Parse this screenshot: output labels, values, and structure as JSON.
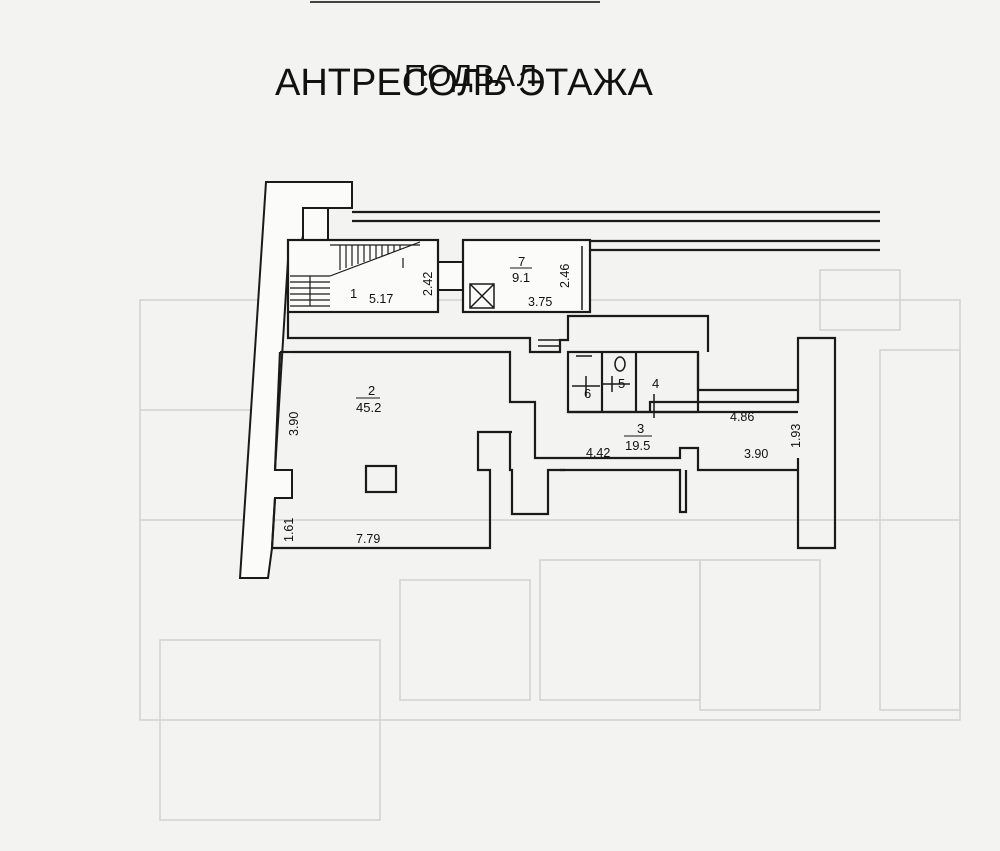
{
  "title": "ПОДВАЛ",
  "background_ghost_text": "АНТРЕСОЛЬ ЭТАЖА",
  "rooms": [
    {
      "number": "1",
      "area": ""
    },
    {
      "number": "2",
      "area": "45.2"
    },
    {
      "number": "3",
      "area": "19.5"
    },
    {
      "number": "4",
      "area": ""
    },
    {
      "number": "5",
      "area": ""
    },
    {
      "number": "6",
      "area": ""
    },
    {
      "number": "7",
      "area": "9.1"
    }
  ],
  "dimensions": {
    "d517": "5.17",
    "d242": "2.42",
    "d246": "2.46",
    "d375": "3.75",
    "d390_left": "3.90",
    "d486": "4.86",
    "d193": "1.93",
    "d442": "4.42",
    "d390_right": "3.90",
    "d161": "1.61",
    "d779": "7.79"
  },
  "colors": {
    "line": "#1a1a1a",
    "paper": "#f3f3f1",
    "ghost": "#cfcfcf"
  }
}
